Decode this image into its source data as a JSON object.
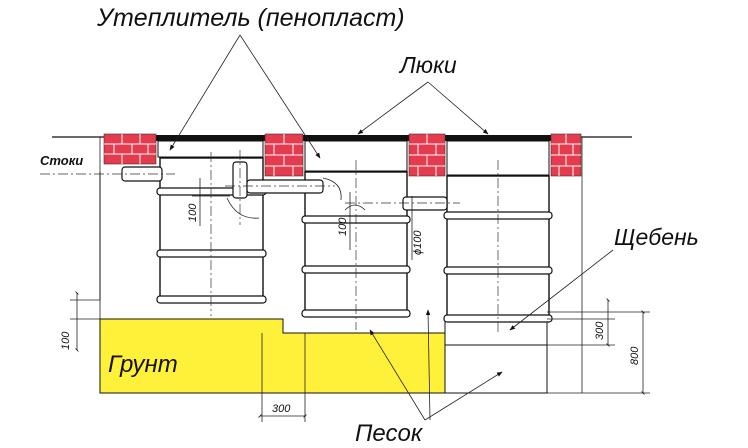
{
  "labels": {
    "insulation": "Утеплитель (пенопласт)",
    "hatches": "Люки",
    "drains": "Стоки",
    "gravel": "Щебень",
    "soil": "Грунт",
    "sand": "Песок"
  },
  "dimensions": {
    "d100_left": "100",
    "d100_mid": "100",
    "phi100": "ϕ100",
    "d100_soil": "100",
    "d300_right": "300",
    "d800_right": "800",
    "d300_bottom": "300"
  },
  "colors": {
    "brick": "#e63a4e",
    "soil": "#fff13a",
    "slab": "#111111",
    "line": "#111111"
  }
}
